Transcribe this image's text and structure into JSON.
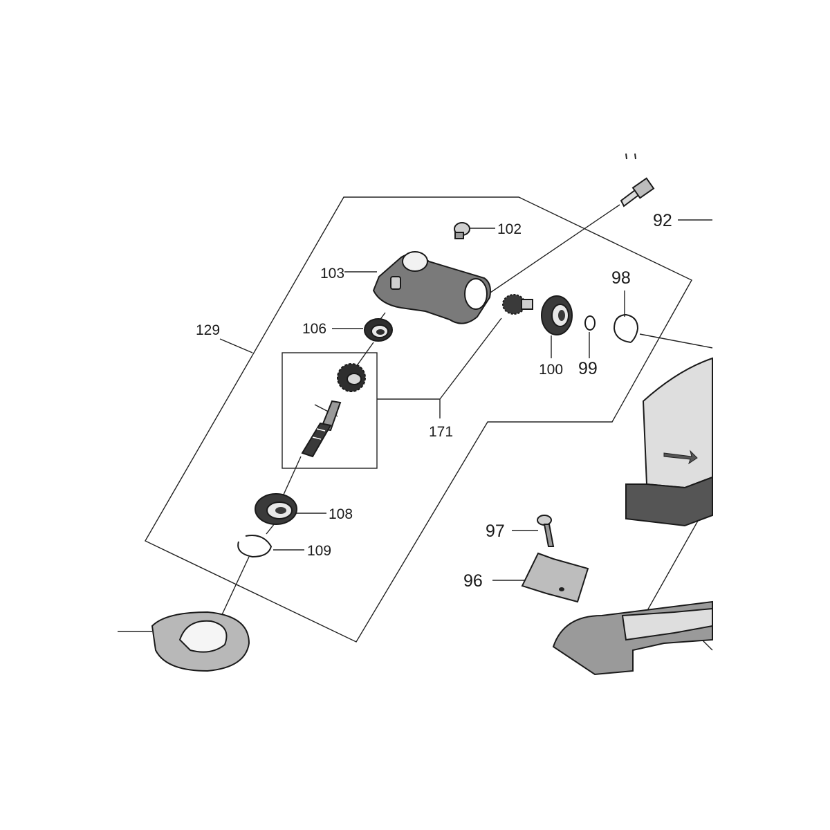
{
  "labels": {
    "p92": "92",
    "p98": "98",
    "p99": "99",
    "p100": "100",
    "p102": "102",
    "p103": "103",
    "p106": "106",
    "p108": "108",
    "p109": "109",
    "p129": "129",
    "p171": "171",
    "p97": "97",
    "p96": "96"
  },
  "colors": {
    "line": "#222222",
    "part_dark": "#2b2b2b",
    "part_mid": "#8c8c8c",
    "part_light": "#d9d9d9"
  }
}
